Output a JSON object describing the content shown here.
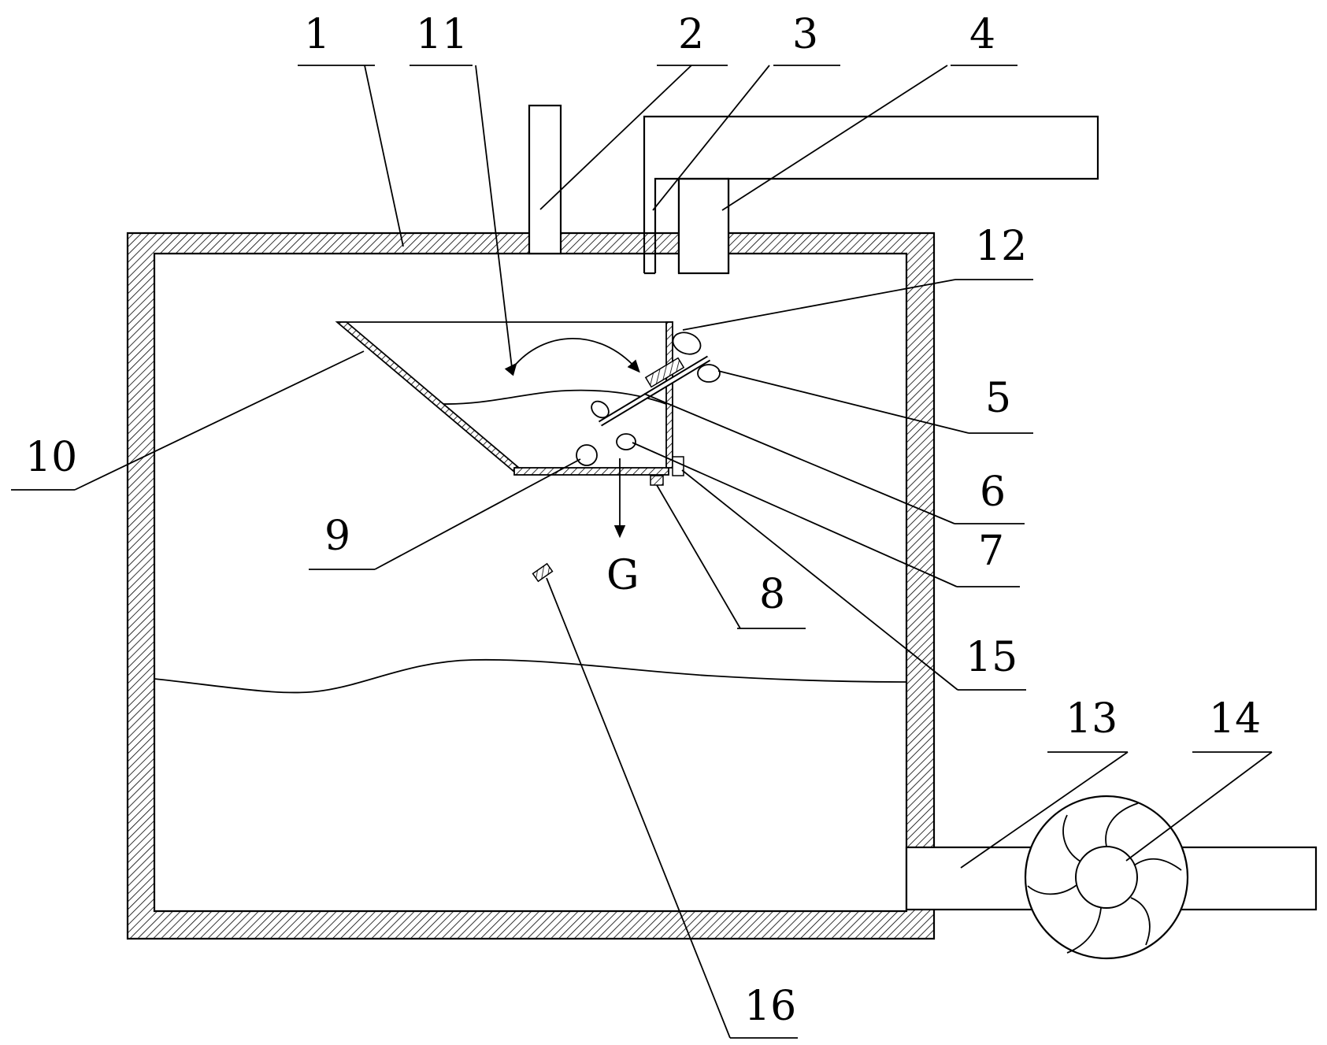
{
  "labels": {
    "l1": "1",
    "l2": "2",
    "l3": "3",
    "l4": "4",
    "l5": "5",
    "l6": "6",
    "l7": "7",
    "l8": "8",
    "l9": "9",
    "l10": "10",
    "l11": "11",
    "l12": "12",
    "l13": "13",
    "l14": "14",
    "l15": "15",
    "l16": "16",
    "gravity": "G"
  }
}
